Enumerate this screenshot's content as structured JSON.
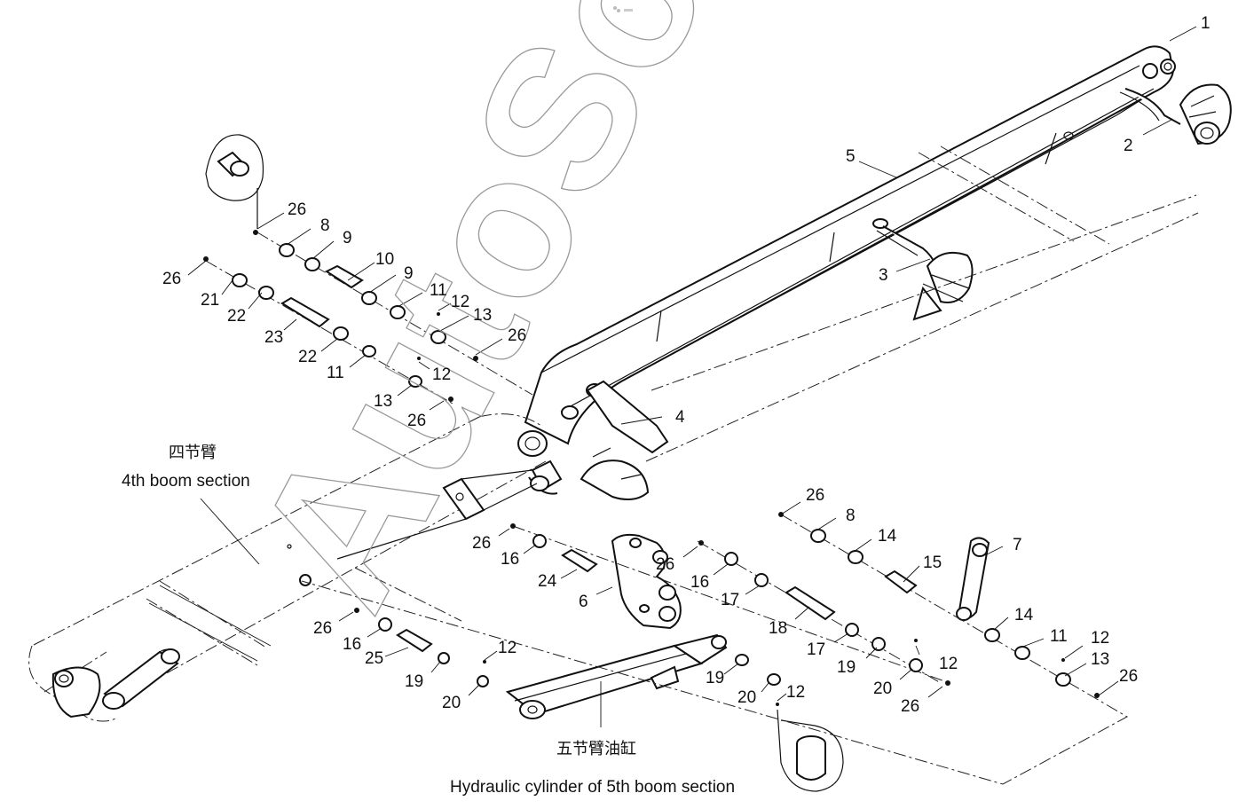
{
  "captions": {
    "boom4_cn": "四节臂",
    "boom4_en": "4th boom section",
    "cyl5_cn": "五节臂油缸",
    "cyl5_en": "Hydraulic cylinder of 5th boom section"
  },
  "watermark": "AutoSoft",
  "parts": {
    "p1": "1",
    "p2": "2",
    "p3": "3",
    "p4": "4",
    "p5": "5",
    "p6": "6",
    "p7": "7",
    "c26a": "26",
    "c8a": "8",
    "c9a": "9",
    "c10": "10",
    "c9b": "9",
    "c11a": "11",
    "c12a": "12",
    "c13a": "13",
    "c26b": "26",
    "c26c": "26",
    "c21": "21",
    "c22a": "22",
    "c23": "23",
    "c22b": "22",
    "c11b": "11",
    "c12b": "12",
    "c13b": "13",
    "c26d": "26",
    "c26e": "26",
    "c16a": "16",
    "c24": "24",
    "c26f": "26",
    "c16b": "16",
    "c17a": "17",
    "c18": "18",
    "c17b": "17",
    "c19a": "19",
    "c20a": "20",
    "c12c": "12",
    "c26g": "26",
    "c26h": "26",
    "c8b": "8",
    "c14a": "14",
    "c15": "15",
    "c14b": "14",
    "c11c": "11",
    "c12d": "12",
    "c13c": "13",
    "c26i": "26",
    "c26j": "26",
    "c16c": "16",
    "c25": "25",
    "c19b": "19",
    "c12e": "12",
    "c20b": "20",
    "c19c": "19",
    "c20c": "20",
    "c12f": "12"
  }
}
